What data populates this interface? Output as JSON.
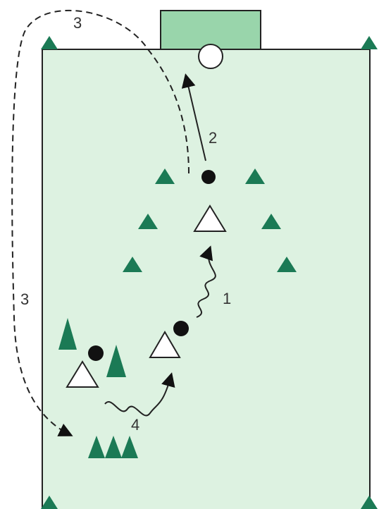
{
  "diagram": {
    "step_labels": {
      "label_1": "1",
      "label_2": "2",
      "label_3_top": "3",
      "label_3_side": "3",
      "label_4": "4"
    },
    "colors": {
      "field_fill": "#ddf2e1",
      "field_stroke": "#222222",
      "goal_fill": "#99d5ab",
      "cone_green": "#1b7a55",
      "player_white": "#ffffff",
      "ball": "#111111",
      "path_line": "#222222"
    },
    "elements": {
      "corner_cones": 4,
      "diamond_cones": 6,
      "player_triangles": 3,
      "balls": 4,
      "stacked_cones_bottom": 3
    }
  }
}
